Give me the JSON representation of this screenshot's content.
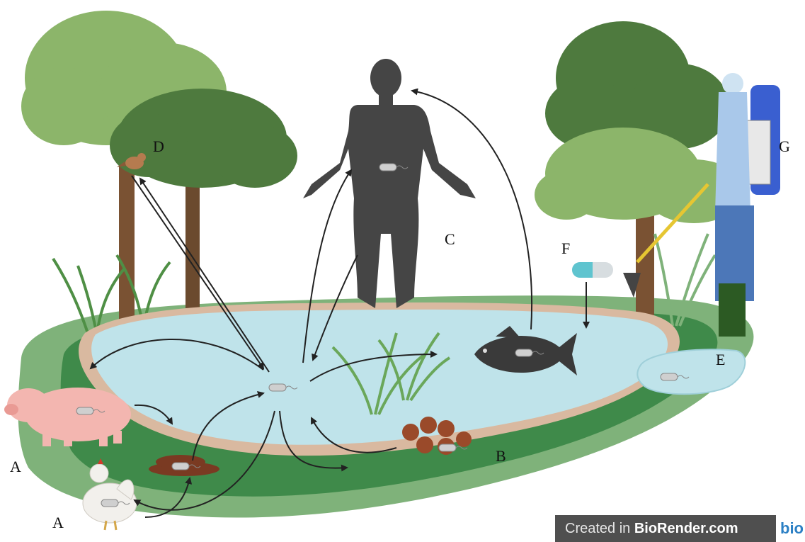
{
  "labels": {
    "a_pig": "A",
    "a_chicken": "A",
    "b_feces": "B",
    "c_human": "C",
    "d_bird": "D",
    "e_pool": "E",
    "f_pill": "F",
    "g_farmer": "G"
  },
  "watermark": {
    "prefix": "Created in ",
    "brand": "BioRender.com",
    "logo": "bio"
  },
  "colors": {
    "water": "#bfe3ea",
    "ground_dark": "#3f8a4a",
    "ground_light": "#7fb27a",
    "shore": "#d9b9a0",
    "silhouette": "#454545",
    "arrow": "#222222"
  }
}
